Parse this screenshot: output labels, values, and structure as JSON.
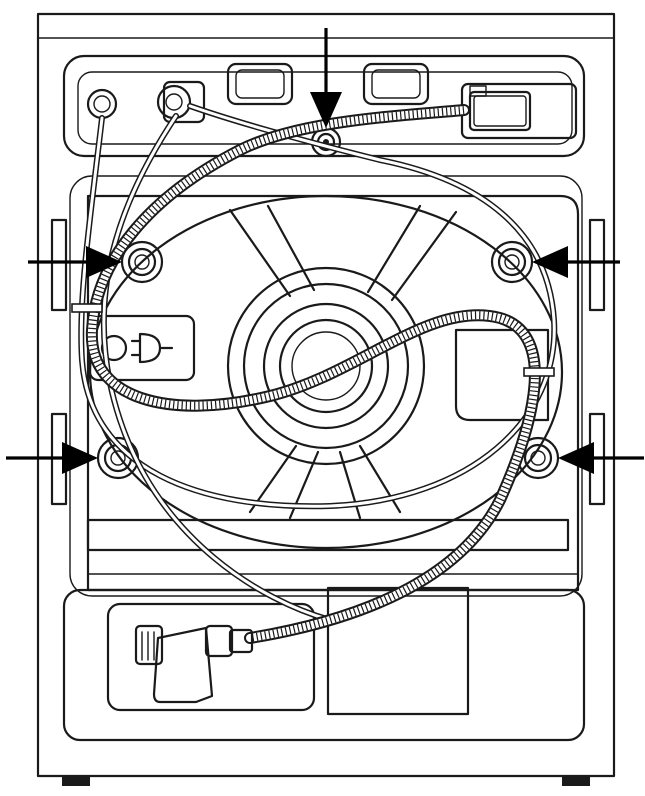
{
  "diagram": {
    "description_shown": "",
    "colors": {
      "line": "#1a1a1a",
      "background": "#ffffff",
      "arrow": "#000000"
    },
    "markers": [
      "arrow-top-center",
      "arrow-left-upper",
      "arrow-right-upper",
      "arrow-left-lower",
      "arrow-right-lower"
    ],
    "icons": [
      "plug-icon"
    ]
  }
}
